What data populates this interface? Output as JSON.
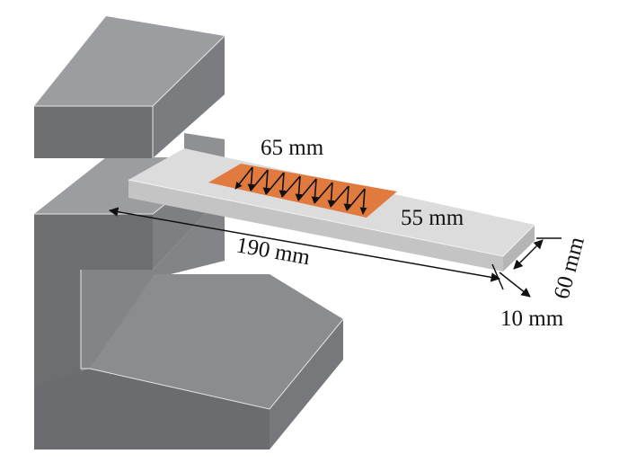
{
  "labels": {
    "heater_length": "65 mm",
    "heater_position": "55 mm",
    "beam_length": "190 mm",
    "beam_width": "60 mm",
    "beam_thickness": "10 mm"
  },
  "colors": {
    "clamp_face_dark": "#6c6e70",
    "clamp_face_mid": "#8a8c8f",
    "clamp_face_light": "#9b9da0",
    "beam_top": "#dcdcdc",
    "beam_side": "#c4c4c4",
    "beam_end": "#b5b5b5",
    "heater": "#e07a3e",
    "dimension_line": "#111111"
  }
}
